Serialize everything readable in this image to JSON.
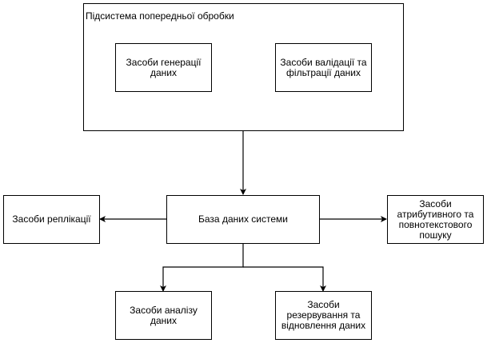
{
  "diagram": {
    "subsystem": {
      "title": "Підсистема попередньої обробки"
    },
    "nodes": {
      "generation": "Засоби генерації даних",
      "validation": "Засоби валідації та фільтрації даних",
      "database": "База даних системи",
      "replication": "Засоби реплікації",
      "search": "Засоби атрибутивного та повнотекстового пошуку",
      "analysis": "Засоби аналізу даних",
      "backup": "Засоби резервування та відновлення даних"
    },
    "colors": {
      "stroke": "#000000",
      "fill": "#ffffff"
    }
  }
}
